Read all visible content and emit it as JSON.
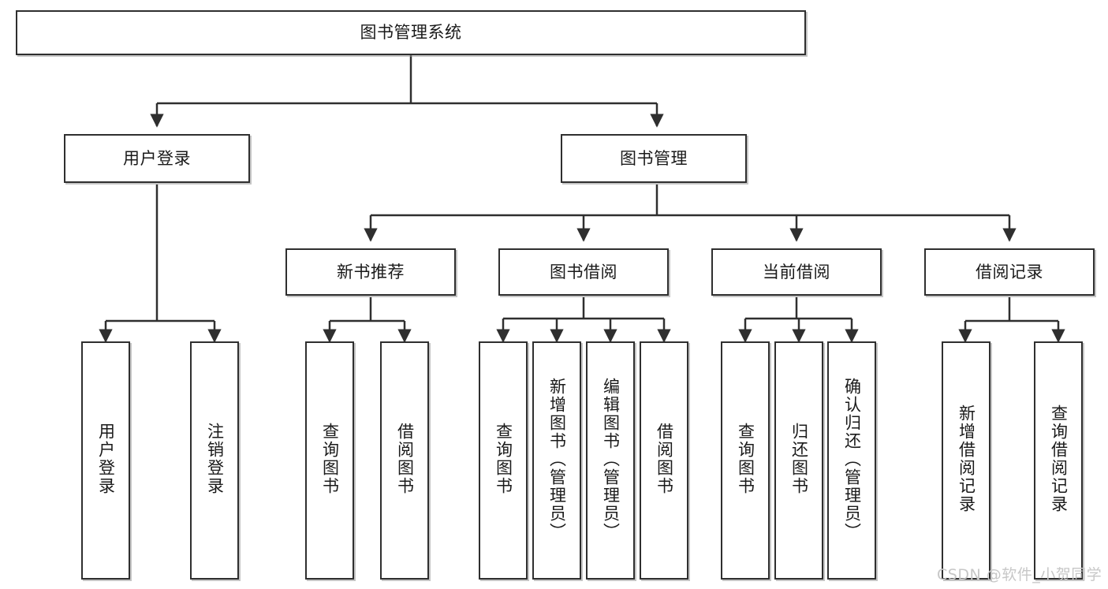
{
  "diagram": {
    "type": "tree-hierarchy-diagram",
    "title": "图书管理系统",
    "direction": "top-down",
    "colors": {
      "box_border": "#2f2f2f",
      "box_fill": "#ffffff",
      "edge": "#2f2f2f",
      "text": "#1a1a1a",
      "watermark": "#c7c7c7",
      "background": "#ffffff"
    },
    "levels": 4
  },
  "nodes": {
    "root": {
      "label": "图书管理系统"
    },
    "level2": [
      {
        "label": "用户登录"
      },
      {
        "label": "图书管理"
      }
    ],
    "level3": [
      {
        "label": "新书推荐"
      },
      {
        "label": "图书借阅"
      },
      {
        "label": "当前借阅"
      },
      {
        "label": "借阅记录"
      }
    ],
    "leaves": {
      "user_login": [
        {
          "label": "用户登录"
        },
        {
          "label": "注销登录"
        }
      ],
      "new_book_recommend": [
        {
          "label": "查询图书"
        },
        {
          "label": "借阅图书"
        }
      ],
      "book_borrow": [
        {
          "label": "查询图书"
        },
        {
          "label": "新增图书（管理员）"
        },
        {
          "label": "编辑图书（管理员）"
        },
        {
          "label": "借阅图书"
        }
      ],
      "current_borrow": [
        {
          "label": "查询图书"
        },
        {
          "label": "归还图书"
        },
        {
          "label": "确认归还（管理员）"
        }
      ],
      "borrow_record": [
        {
          "label": "新增借阅记录"
        },
        {
          "label": "查询借阅记录"
        }
      ]
    }
  },
  "watermark": {
    "text": "CSDN @软件_小贺同学"
  }
}
